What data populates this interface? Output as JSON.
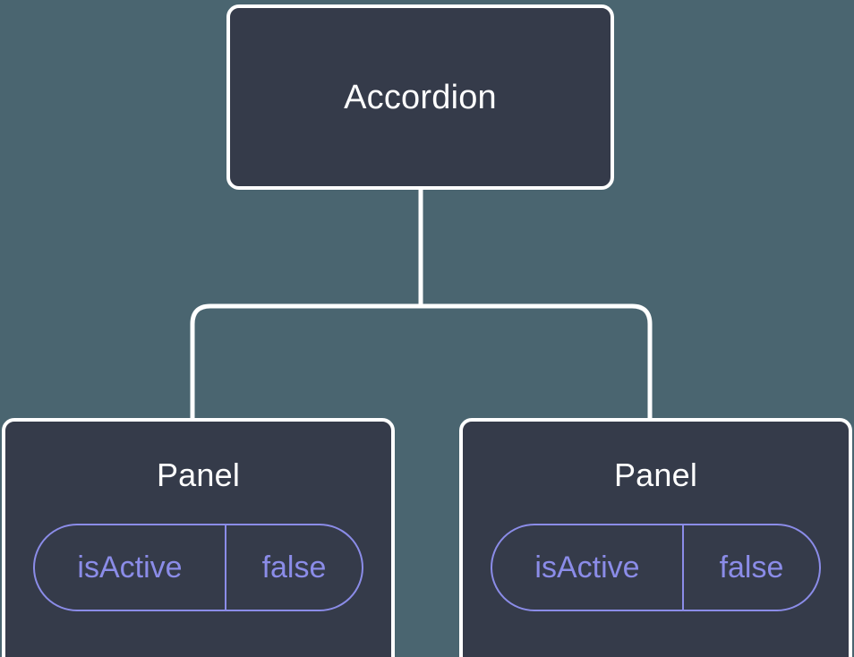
{
  "diagram": {
    "type": "component-tree",
    "background_color": "#4a6570",
    "node_fill_color": "#353b4a",
    "node_border_color": "#ffffff",
    "connector_color": "#ffffff",
    "accent_color": "#8b8ce8",
    "root": {
      "label": "Accordion"
    },
    "children": [
      {
        "label": "Panel",
        "props": [
          {
            "key": "isActive",
            "value": "false"
          }
        ]
      },
      {
        "label": "Panel",
        "props": [
          {
            "key": "isActive",
            "value": "false"
          }
        ]
      }
    ]
  }
}
